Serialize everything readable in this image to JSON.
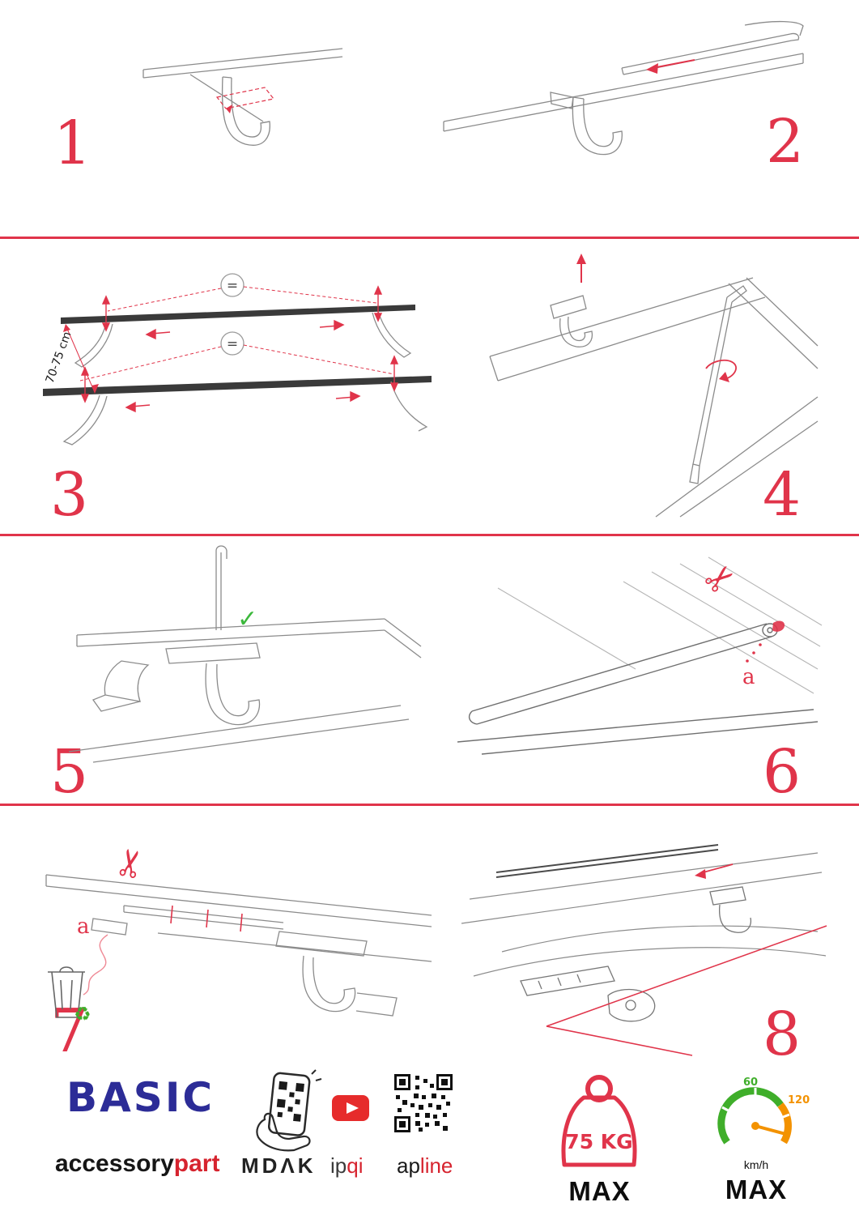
{
  "page": {
    "type": "roof-rack-installation-instructions"
  },
  "steps": [
    {
      "number": "1"
    },
    {
      "number": "2"
    },
    {
      "number": "3",
      "distance_label": "70-75 cm",
      "equal_symbol": "="
    },
    {
      "number": "4"
    },
    {
      "number": "5",
      "check_icon": "✓"
    },
    {
      "number": "6",
      "part_label": "a",
      "scissors_icon": "✂"
    },
    {
      "number": "7",
      "part_label": "a",
      "scissors_icon": "✂",
      "recycle_icon": "♻"
    },
    {
      "number": "8"
    }
  ],
  "footer": {
    "brand_title": "BASIC",
    "brand_name_black": "accessory",
    "brand_name_red": "part",
    "partner_mdak": "MDΛK",
    "partner_ipqi_black": "ip",
    "partner_ipqi_red": "qi",
    "partner_apline_black": "ap",
    "partner_apline_red": "line",
    "weight_value": "75 KG",
    "weight_max_label": "MAX",
    "speed_low": "60",
    "speed_high": "120",
    "speed_unit": "km/h",
    "speed_max_label": "MAX"
  },
  "colors": {
    "accent_red": "#e0344a",
    "brand_blue": "#2c2c97",
    "logo_red": "#d6232e",
    "green": "#3fae2a",
    "orange": "#f39200",
    "youtube_red": "#e62b2b"
  }
}
